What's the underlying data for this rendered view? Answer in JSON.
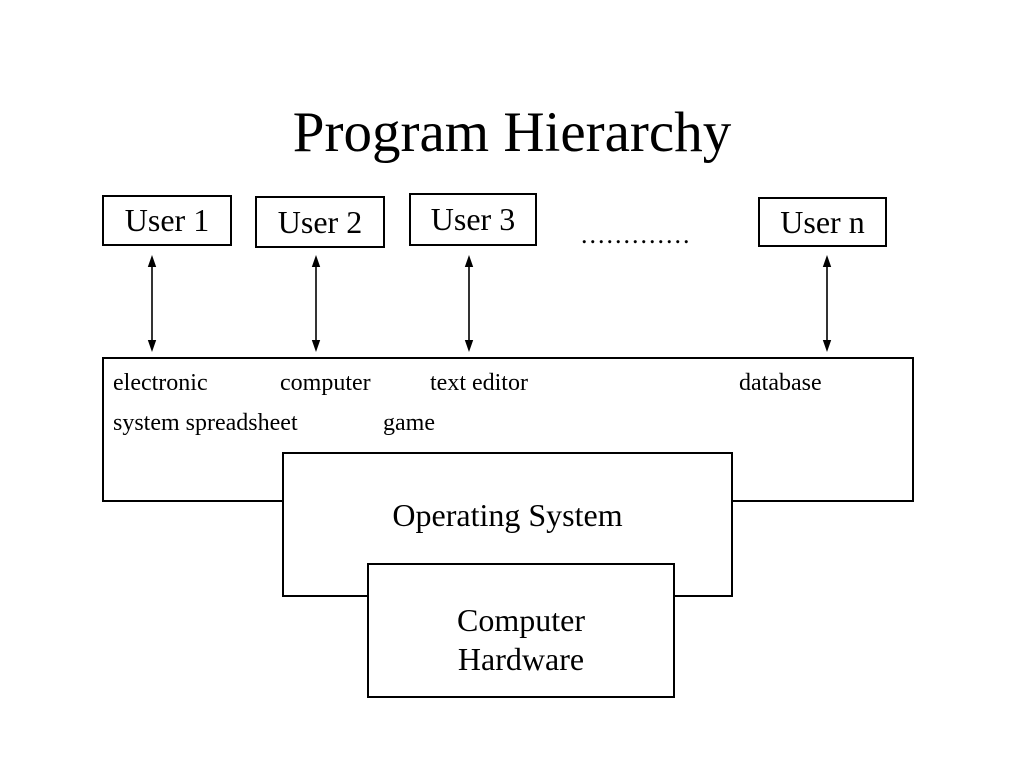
{
  "slide": {
    "title": "Program Hierarchy"
  },
  "users": [
    {
      "label": "User 1"
    },
    {
      "label": "User 2"
    },
    {
      "label": "User 3"
    },
    {
      "label": "User n"
    }
  ],
  "ellipsis": ".............",
  "applications": {
    "row1": [
      "electronic",
      "computer",
      "text editor",
      "database"
    ],
    "row2": [
      "system spreadsheet",
      "game"
    ]
  },
  "operating_system": {
    "label": "Operating System"
  },
  "hardware": {
    "label": "Computer\nHardware"
  },
  "colors": {
    "ink": "#000000",
    "background": "#ffffff"
  }
}
